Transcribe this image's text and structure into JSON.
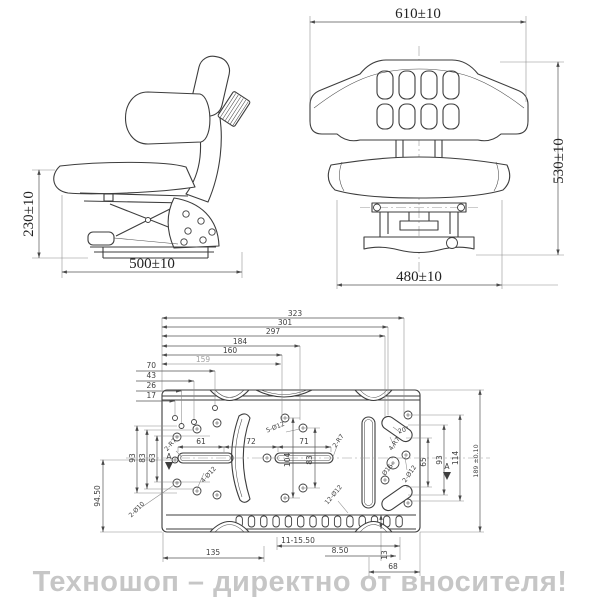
{
  "colors": {
    "line": "#3d3d3d",
    "dimension_text": "#3f3f3f",
    "reference_dim": "#a0a0a0",
    "footer_text": "#c6c6c6",
    "background": "#ffffff"
  },
  "side_view": {
    "height_dim": "230±10",
    "width_dim": "500±10"
  },
  "front_view": {
    "width_dim": "610±10",
    "height_dim": "530±10",
    "base_dim": "480±10"
  },
  "plate_view": {
    "top_dims": [
      "323",
      "301",
      "297",
      "184",
      "160"
    ],
    "ref_dim": "159",
    "left_offset_dims": [
      "70",
      "43",
      "26",
      "17"
    ],
    "left_height_dims": [
      "93",
      "83",
      "63"
    ],
    "left_outer_dim": "94.50",
    "slot_dim_left": "61",
    "slot_dim_gap": "72",
    "slot_dim_mid": "71",
    "mid_height_dims": [
      "104",
      "83"
    ],
    "right_height_dims": [
      "65",
      "93",
      "114"
    ],
    "right_outer_dim": "189 ±0.10",
    "bottom_dims": [
      "135",
      "11-15.50",
      "8.50",
      "13",
      "68"
    ],
    "label_left_radius": "2-R7",
    "label_mid_radius": "2-R7",
    "label_holes_5": "5-Ø12",
    "label_holes_4": "4-Ø12",
    "label_holes_2_small": "2-Ø10",
    "label_holes_12": "12-Ø12",
    "label_right_radius": "4-R7",
    "label_hole_16": "Ø16",
    "label_holes_2_12": "2-Ø12",
    "label_angle": "20°",
    "datum_label": "A"
  },
  "footer": {
    "text": "Техношоп – директно от вносителя!"
  }
}
